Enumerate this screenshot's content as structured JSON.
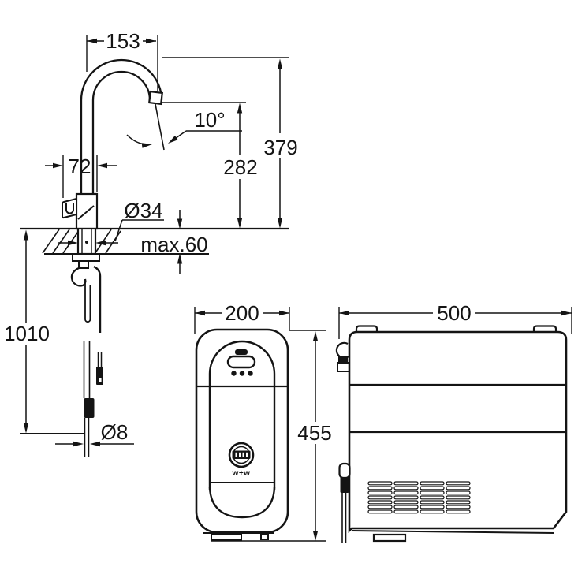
{
  "colors": {
    "background": "#ffffff",
    "line": "#141414"
  },
  "faucet_view": {
    "spout_reach": "153",
    "spout_angle": "10°",
    "body_width": "72",
    "spout_height": "282",
    "overall_height": "379",
    "hole_diameter": "Ø34",
    "max_deck_thickness": "max.60",
    "hose_length": "1010",
    "hose_diameter": "Ø8"
  },
  "cooler_front_view": {
    "width": "200",
    "height": "455",
    "logo_badge": "w+w"
  },
  "cooler_side_view": {
    "depth": "500"
  }
}
